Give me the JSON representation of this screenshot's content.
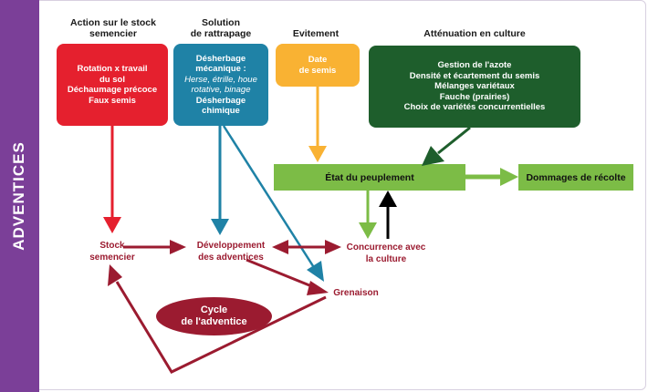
{
  "sidebar": {
    "label": "ADVENTICES"
  },
  "headers": {
    "stock": [
      "Action sur le stock",
      "semencier"
    ],
    "rattrapage": [
      "Solution",
      "de rattrapage"
    ],
    "evitement": "Evitement",
    "attenuation": "Atténuation en culture"
  },
  "boxes": {
    "red": [
      "Rotation x travail",
      "du sol",
      "Déchaumage précoce",
      "Faux semis"
    ],
    "blue": {
      "title": [
        "Désherbage",
        "mécanique :"
      ],
      "italic": [
        "Herse, étrille, houe",
        "rotative, binage"
      ],
      "bottom": [
        "Désherbage",
        "chimique"
      ]
    },
    "yellow": [
      "Date",
      "de semis"
    ],
    "darkgreen": [
      "Gestion de l'azote",
      "Densité et écartement du semis",
      "Mélanges variétaux",
      "Fauche (prairies)",
      "Choix de variétés concurrentielles"
    ]
  },
  "bars": {
    "etat": "État du peuplement",
    "dommages": "Dommages de récolte"
  },
  "labels": {
    "stock": [
      "Stock",
      "semencier"
    ],
    "developpement": [
      "Développement",
      "des adventices"
    ],
    "concurrence": [
      "Concurrence avec",
      "la culture"
    ],
    "grenaison": "Grenaison"
  },
  "cycle": [
    "Cycle",
    "de l'adventice"
  ],
  "colors": {
    "sidebar": "#7b3f98",
    "red": "#e5202e",
    "blue": "#1f82a6",
    "yellow": "#f9b233",
    "darkgreen": "#1e5e2c",
    "lightgreen": "#7cbc46",
    "maroon": "#9b1b30",
    "black": "#000000"
  }
}
